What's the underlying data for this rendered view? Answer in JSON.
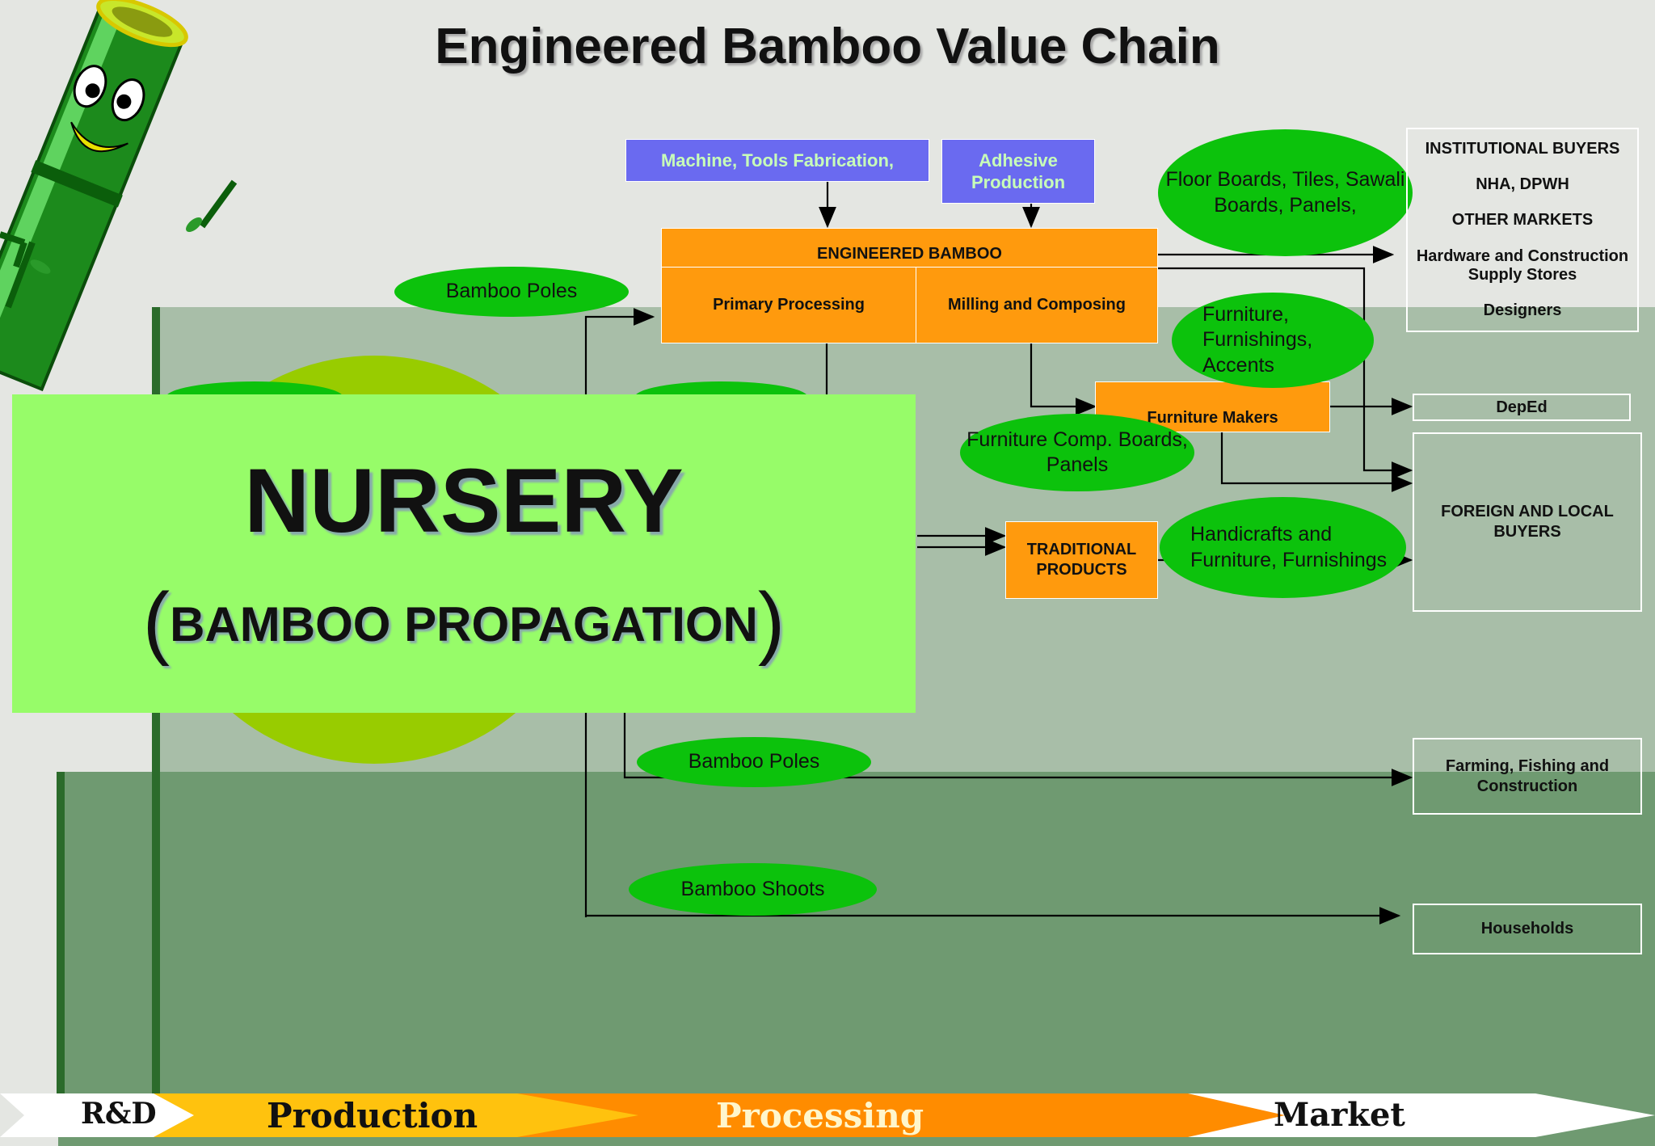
{
  "title": "Engineered Bamboo Value Chain",
  "inputs": {
    "machine": "Machine, Tools Fabrication,",
    "adhesive": "Adhesive Production"
  },
  "processing": {
    "engineered_bamboo": "ENGINEERED BAMBOO",
    "primary_processing": "Primary Processing",
    "milling": "Milling and Composing",
    "furniture_makers": "Furniture Makers",
    "traditional_products": "TRADITIONAL PRODUCTS"
  },
  "products": {
    "bamboo_poles_top": "Bamboo Poles",
    "floor_boards": "Floor Boards, Tiles, Sawali Boards, Panels,",
    "furniture": "Furniture, Furnishings, Accents",
    "furniture_comp": "Furniture Comp. Boards, Panels",
    "handicrafts": "Handicrafts and Furniture, Furnishings",
    "bamboo_poles_bottom": "Bamboo Poles",
    "bamboo_shoots": "Bamboo Shoots"
  },
  "markets": {
    "institutional_title": "INSTITUTIONAL BUYERS",
    "institutional_nha": "NHA, DPWH",
    "other_markets": "OTHER MARKETS",
    "hardware": "Hardware and Construction Supply Stores",
    "designers": "Designers",
    "deped": "DepEd",
    "foreign_local": "FOREIGN AND LOCAL BUYERS",
    "farming": "Farming, Fishing and Construction",
    "households": "Households"
  },
  "nursery": {
    "title": "NURSERY",
    "paren_open": "(",
    "subtitle": "BAMBOO PROPAGATION",
    "paren_close": ")"
  },
  "stages": [
    "R&D",
    "Production",
    "Processing",
    "Market"
  ],
  "colors": {
    "orange": "#ff9a0d",
    "blue": "#6a6af0",
    "ellipse_green": "#0cc20c",
    "nursery_green": "#97fc69",
    "stage_yellow": "#ffc20e",
    "stage_orange": "#ff8c00"
  },
  "icons": [
    "bamboo-mascot-icon"
  ]
}
